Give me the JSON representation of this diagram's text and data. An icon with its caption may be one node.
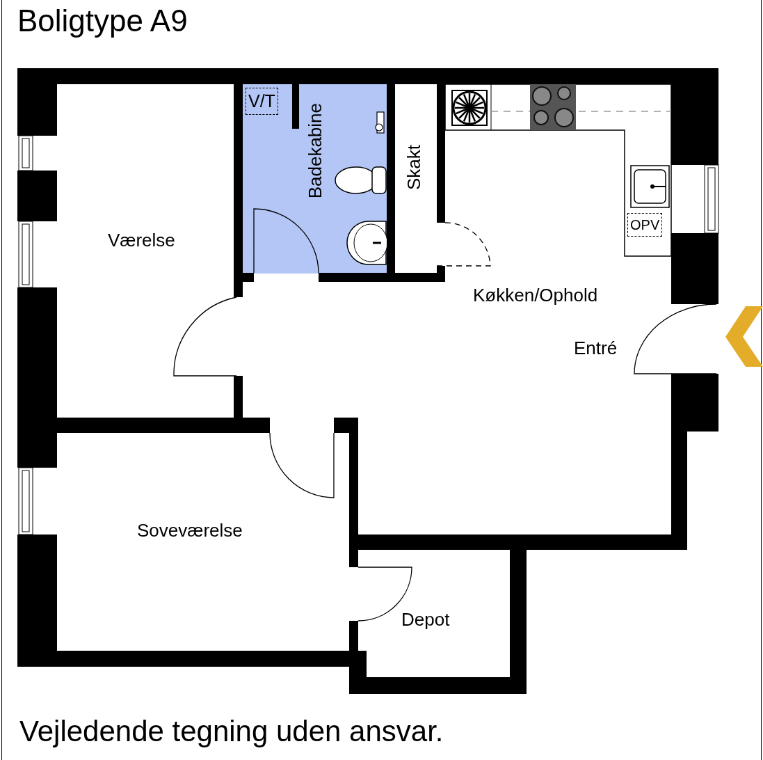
{
  "diagram": {
    "title": "Boligtype A9",
    "caption": "Vejledende tegning uden ansvar.",
    "labels": [
      "V/T",
      "Badekabine",
      "Skakt",
      "Værelse",
      "OPV",
      "Køkken/Ophold",
      "Entré",
      "Soveværelse",
      "Depot"
    ]
  }
}
